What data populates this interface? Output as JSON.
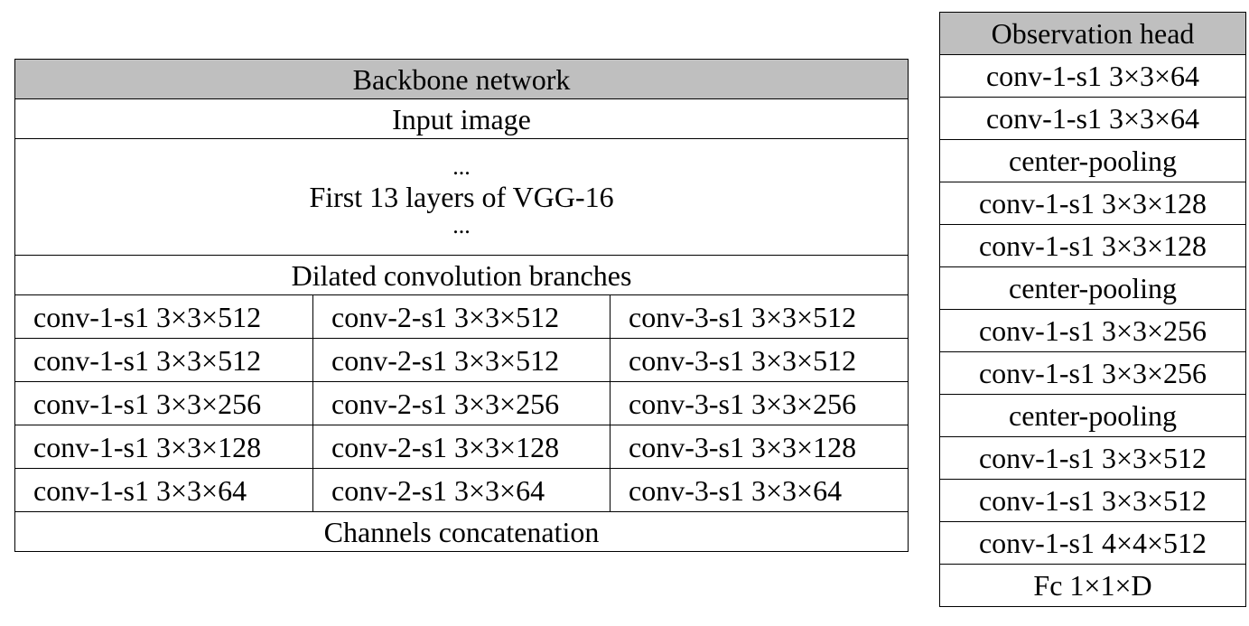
{
  "backbone": {
    "title": "Backbone network",
    "input": "Input image",
    "vgg_dots_top": "...",
    "vgg_label": "First 13 layers of VGG-16",
    "vgg_dots_bottom": "...",
    "dilated_title": "Dilated convolution branches",
    "branch_rows": [
      [
        "conv-1-s1 3×3×512",
        "conv-2-s1 3×3×512",
        "conv-3-s1 3×3×512"
      ],
      [
        "conv-1-s1 3×3×512",
        "conv-2-s1 3×3×512",
        "conv-3-s1 3×3×512"
      ],
      [
        "conv-1-s1 3×3×256",
        "conv-2-s1 3×3×256",
        "conv-3-s1 3×3×256"
      ],
      [
        "conv-1-s1 3×3×128",
        "conv-2-s1 3×3×128",
        "conv-3-s1 3×3×128"
      ],
      [
        "conv-1-s1 3×3×64",
        "conv-2-s1 3×3×64",
        "conv-3-s1 3×3×64"
      ]
    ],
    "concat": "Channels concatenation"
  },
  "observation": {
    "title": "Observation head",
    "layers": [
      "conv-1-s1 3×3×64",
      "conv-1-s1 3×3×64",
      "center-pooling",
      "conv-1-s1 3×3×128",
      "conv-1-s1 3×3×128",
      "center-pooling",
      "conv-1-s1 3×3×256",
      "conv-1-s1 3×3×256",
      "center-pooling",
      "conv-1-s1 3×3×512",
      "conv-1-s1 3×3×512",
      "conv-1-s1 4×4×512",
      "Fc 1×1×D"
    ]
  },
  "colors": {
    "header_fill": "#bfbfbf",
    "border": "#000000",
    "background": "#ffffff"
  }
}
